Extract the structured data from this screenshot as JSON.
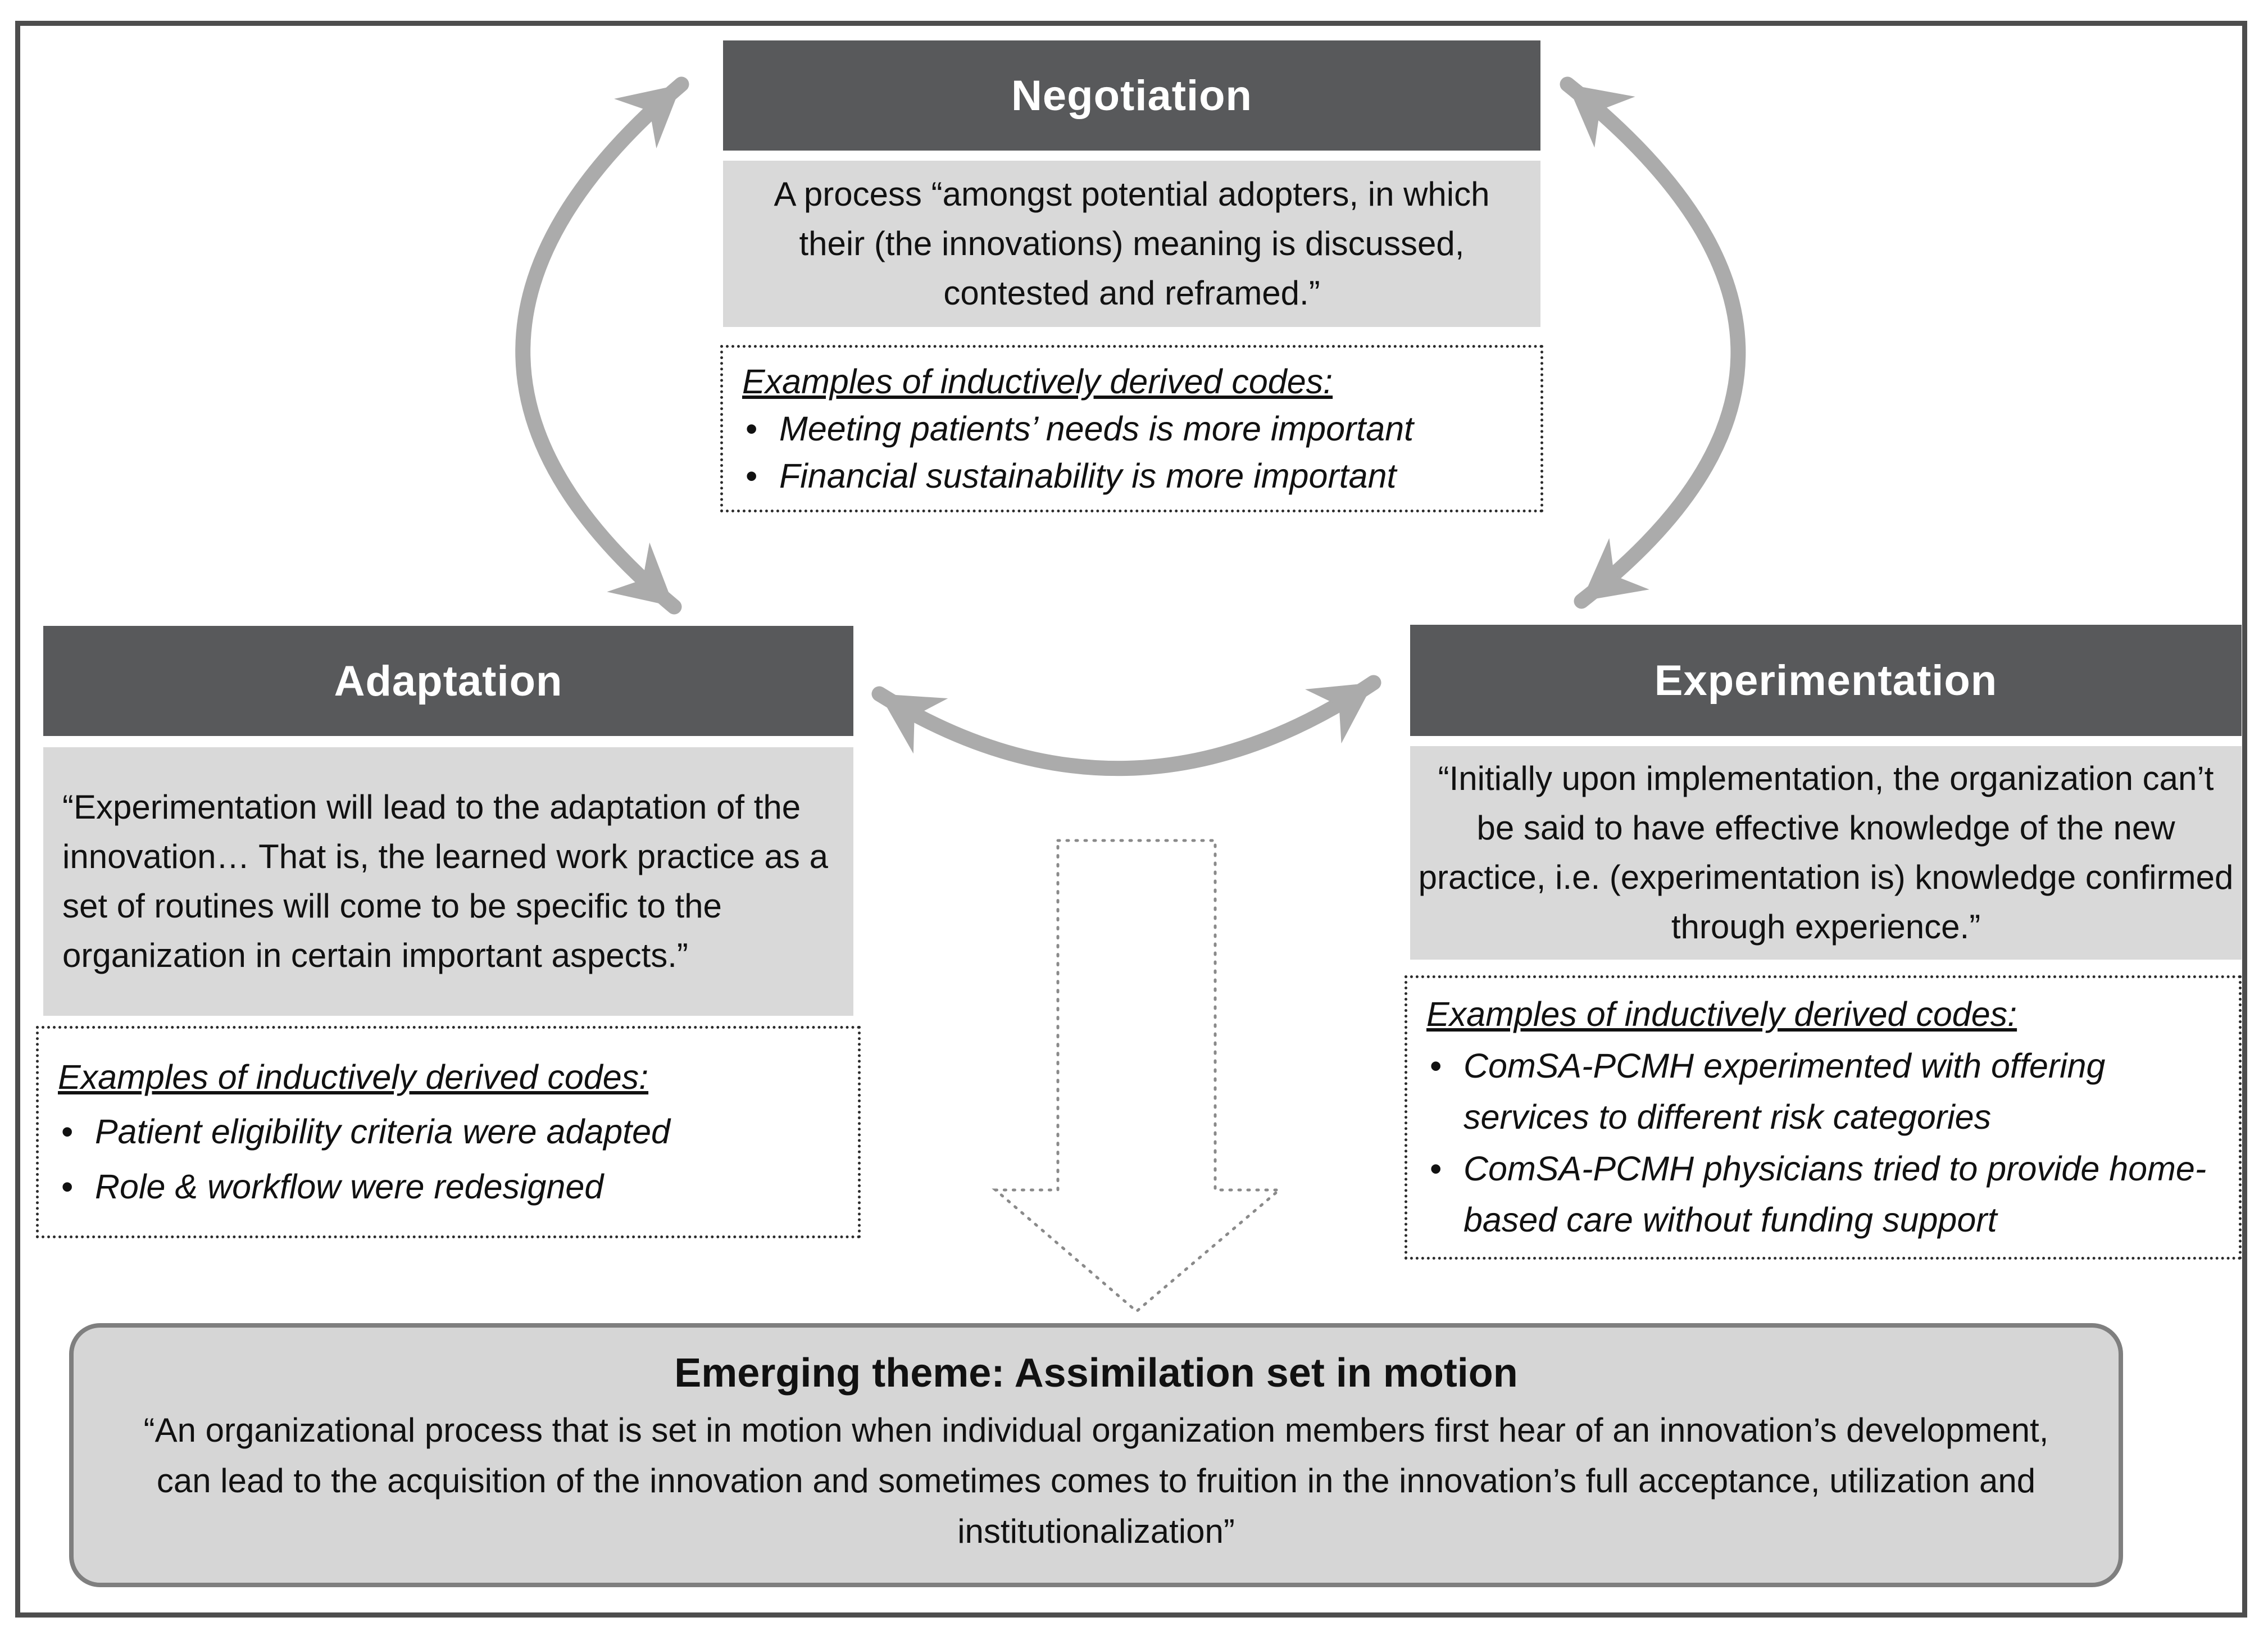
{
  "colors": {
    "frame_border": "#4d4d4d",
    "header_bg": "#58595b",
    "header_text": "#ffffff",
    "quote_bg": "#d9d9d9",
    "codes_border": "#2b2b2b",
    "outcome_bg": "#d6d6d6",
    "outcome_border": "#7f7f7f",
    "arrow": "#ababab",
    "down_arrow_dot": "#8a8a8a",
    "text": "#111111"
  },
  "cycle": {
    "negotiation": {
      "title": "Negotiation",
      "definition": "A process “amongst potential adopters, in which their (the innovations) meaning is discussed, contested and reframed.”",
      "codes_heading": "Examples of inductively derived codes:",
      "codes": [
        "Meeting patients’ needs is more important",
        "Financial sustainability is more important"
      ]
    },
    "adaptation": {
      "title": "Adaptation",
      "definition": "“Experimentation will lead to the adaptation of the innovation… That is, the learned work practice as a set of routines will come to be specific to the organization in certain important aspects.”",
      "codes_heading": "Examples of inductively derived codes:",
      "codes": [
        "Patient eligibility criteria were adapted",
        "Role & workflow were redesigned"
      ]
    },
    "experimentation": {
      "title": "Experimentation",
      "definition": "“Initially upon implementation, the organization can’t be said to have effective knowledge of the new practice, i.e. (experimentation is) knowledge confirmed through experience.”",
      "codes_heading": "Examples of inductively derived codes:",
      "codes": [
        "ComSA-PCMH experimented with offering services to different risk categories",
        "ComSA-PCMH physicians tried to provide home-based care without funding support"
      ]
    }
  },
  "outcome": {
    "title": "Emerging theme: Assimilation set in motion",
    "definition": "“An organizational process that is set in motion when individual organization members first hear of an innovation’s development, can lead to the acquisition of the innovation and sometimes comes to fruition in the innovation’s full acceptance, utilization and institutionalization”"
  }
}
